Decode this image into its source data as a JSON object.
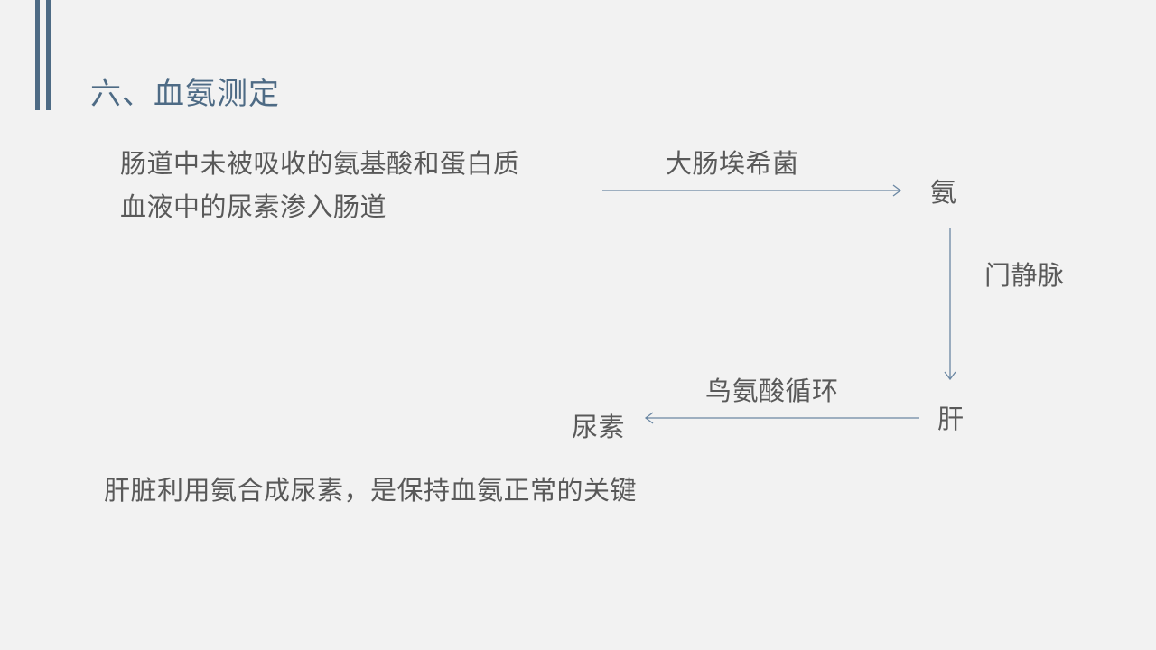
{
  "slide": {
    "title": "六、血氨测定",
    "accent_color": "#4e6b85",
    "text_color": "#595959",
    "background": "#f2f2f2"
  },
  "diagram": {
    "sources": [
      "肠道中未被吸收的氨基酸和蛋白质",
      "血液中的尿素渗入肠道"
    ],
    "edges": [
      {
        "from": "sources",
        "to": "氨",
        "label": "大肠埃希菌",
        "direction": "right"
      },
      {
        "from": "氨",
        "to": "肝",
        "label": "门静脉",
        "direction": "down"
      },
      {
        "from": "肝",
        "to": "尿素",
        "label": "鸟氨酸循环",
        "direction": "left"
      }
    ],
    "nodes": {
      "ammonia": "氨",
      "liver": "肝",
      "urea": "尿素"
    },
    "edge_labels": {
      "bacteria": "大肠埃希菌",
      "portal_vein": "门静脉",
      "ornithine_cycle": "鸟氨酸循环"
    }
  },
  "conclusion": "肝脏利用氨合成尿素，是保持血氨正常的关键"
}
